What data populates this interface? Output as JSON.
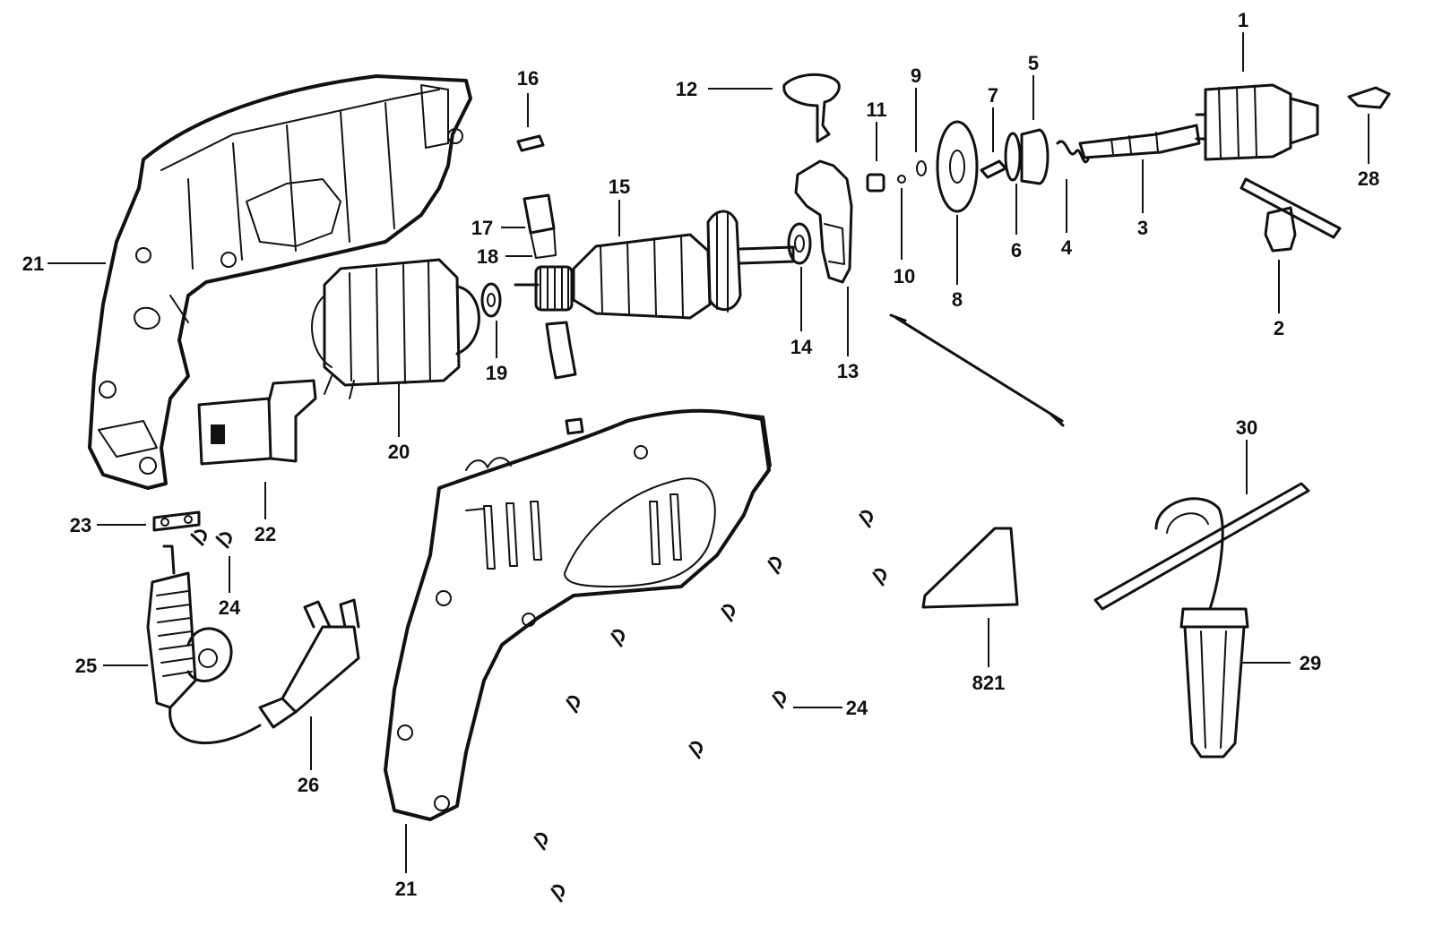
{
  "callouts": {
    "c1": "1",
    "c2": "2",
    "c3": "3",
    "c4": "4",
    "c5": "5",
    "c6": "6",
    "c7": "7",
    "c8": "8",
    "c9": "9",
    "c10": "10",
    "c11": "11",
    "c12": "12",
    "c13": "13",
    "c14": "14",
    "c15": "15",
    "c16": "16",
    "c17": "17",
    "c18": "18",
    "c19": "19",
    "c20": "20",
    "c21a": "21",
    "c21b": "21",
    "c22": "22",
    "c23": "23",
    "c24a": "24",
    "c24b": "24",
    "c25": "25",
    "c26": "26",
    "c28": "28",
    "c29": "29",
    "c30": "30",
    "c821": "821"
  }
}
